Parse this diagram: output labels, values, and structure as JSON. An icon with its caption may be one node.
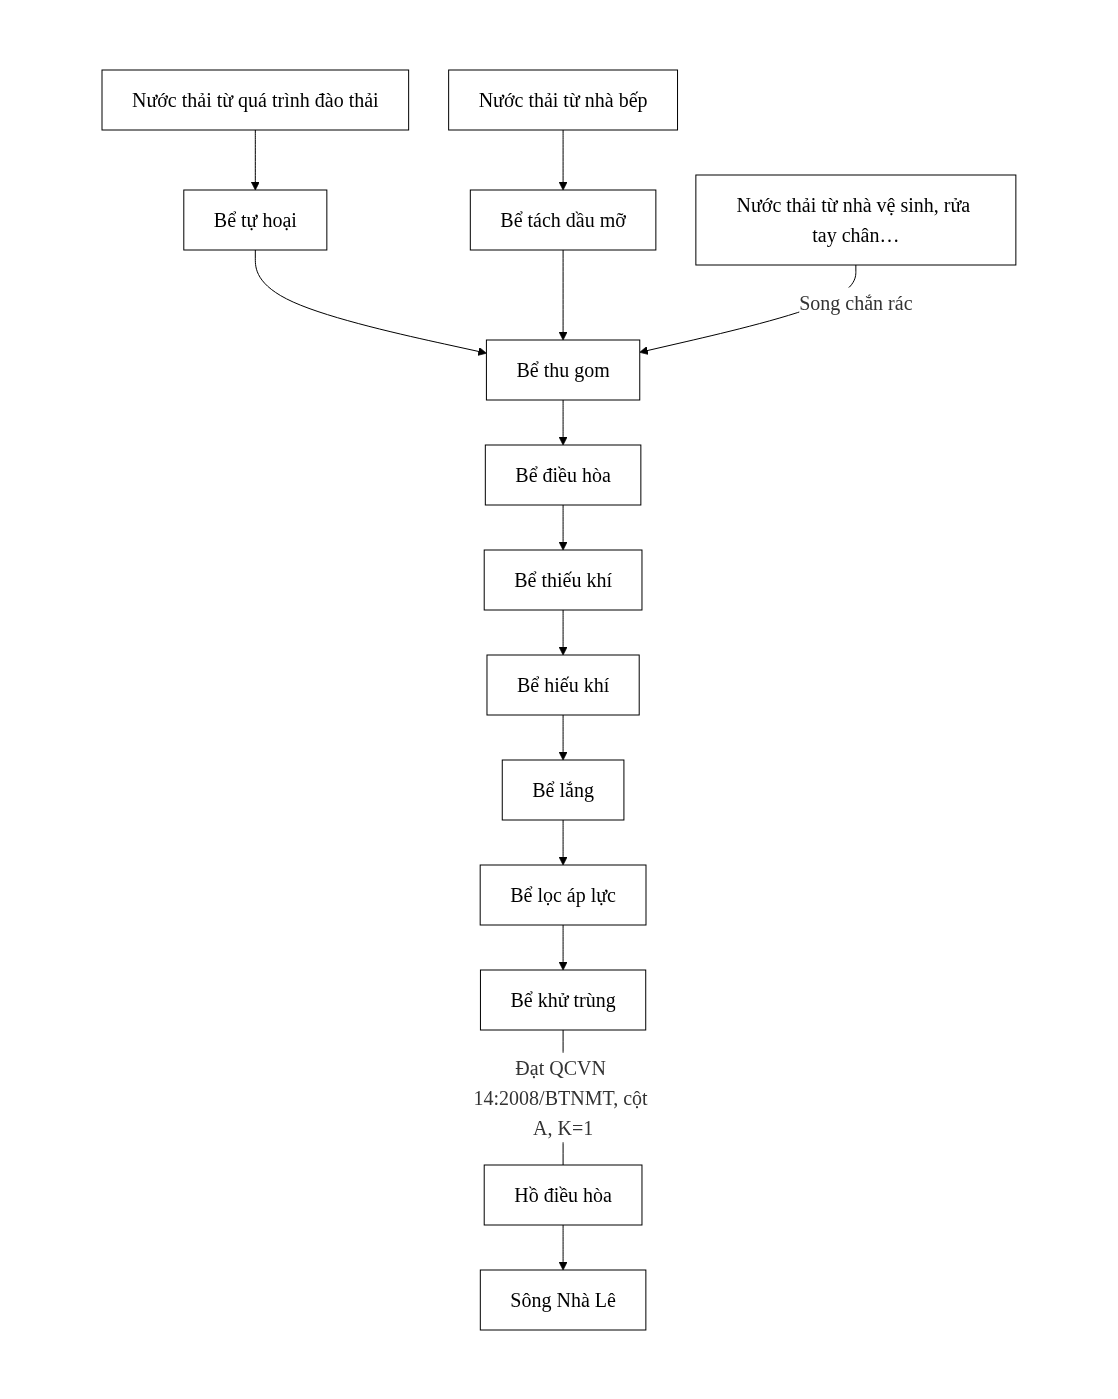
{
  "diagram": {
    "nodes": [
      {
        "text": [
          "Nước thải từ quá trình đào thải"
        ]
      },
      {
        "text": [
          "Nước thải từ nhà bếp"
        ]
      },
      {
        "text": [
          "Nước thải từ nhà vệ sinh, rửa tay chân…"
        ]
      },
      {
        "text": [
          "Bể tự hoại"
        ]
      },
      {
        "text": [
          "Bể tách dầu mỡ"
        ]
      },
      {
        "text": [
          "Bể thu gom"
        ]
      },
      {
        "text": [
          "Bể điều hòa"
        ]
      },
      {
        "text": [
          "Bể thiếu khí"
        ]
      },
      {
        "text": [
          "Bể hiếu khí"
        ]
      },
      {
        "text": [
          "Bể lắng"
        ]
      },
      {
        "text": [
          "Bể lọc áp lực"
        ]
      },
      {
        "text": [
          "Bể khử trùng"
        ]
      },
      {
        "text": [
          "Hồ điều hòa"
        ]
      },
      {
        "text": [
          "Sông Nhà Lê"
        ]
      }
    ],
    "edges": [
      {
        "from": 0,
        "to": 3,
        "arrow": "to"
      },
      {
        "from": 1,
        "to": 4,
        "arrow": "to"
      },
      {
        "from": 3,
        "to": 5,
        "arrow": "to"
      },
      {
        "from": 4,
        "to": 5,
        "arrow": "to"
      },
      {
        "from": 2,
        "to": 5,
        "arrow": "to",
        "label": "Song chắn rác"
      },
      {
        "from": 5,
        "to": 6,
        "arrow": "to"
      },
      {
        "from": 6,
        "to": 7,
        "arrow": "to"
      },
      {
        "from": 7,
        "to": 8,
        "arrow": "to"
      },
      {
        "from": 8,
        "to": 9,
        "arrow": "to"
      },
      {
        "from": 9,
        "to": 10,
        "arrow": "to"
      },
      {
        "from": 10,
        "to": 11,
        "arrow": "to"
      },
      {
        "from": 11,
        "to": 12,
        "arrow": "none",
        "label": "Đạt QCVN 14:2008/BTNMT, cột A, K=1"
      },
      {
        "from": 12,
        "to": 13,
        "arrow": "to"
      }
    ]
  }
}
